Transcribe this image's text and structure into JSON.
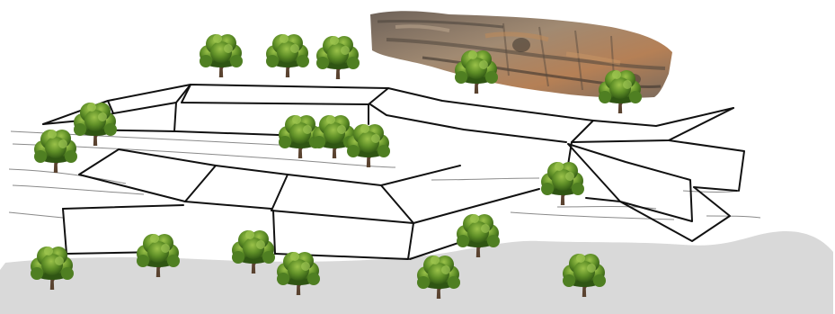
{
  "scene": {
    "colors": {
      "background": "#ffffff",
      "ground": "#d9d9d9",
      "outline": "#111111",
      "contour": "#8a8a8a",
      "rock_base": "#8f7e6d",
      "rock_dark": "#4f463d",
      "rock_light": "#b9a48c",
      "rock_orange": "#b07a52",
      "tree_canopy_dark": "#3f6e1b",
      "tree_canopy_mid": "#5f8f27",
      "tree_canopy_light": "#88b43c",
      "tree_trunk": "#5a4330"
    },
    "icons": [
      "rock-cliff-icon",
      "tree-icon",
      "terrace-block-outline",
      "ground-shadow",
      "contour-line"
    ]
  }
}
